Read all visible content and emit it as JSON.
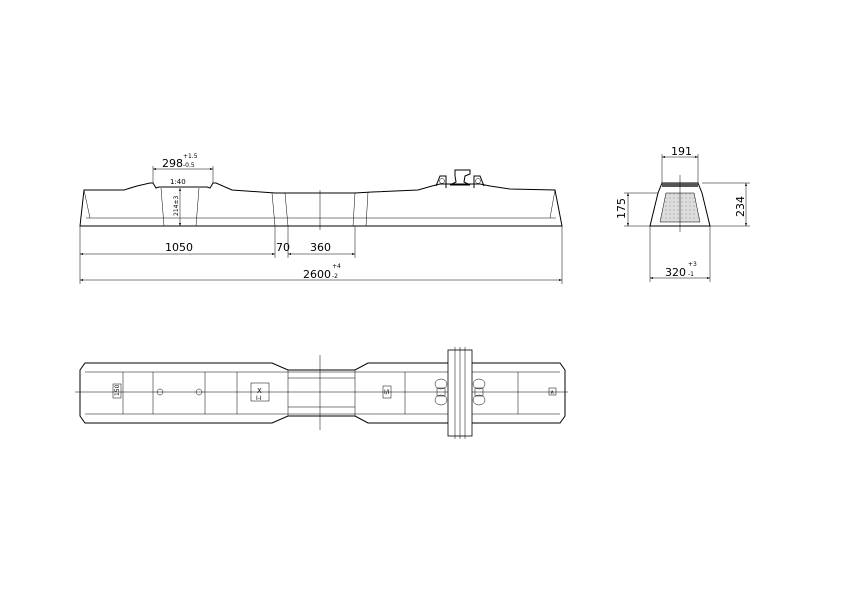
{
  "elevation": {
    "top_width": {
      "value": "298",
      "upper": "+1.5",
      "lower": "-0.5"
    },
    "slope": "1:40",
    "height": "214±3",
    "dim_1050": "1050",
    "dim_70": "70",
    "dim_360": "360",
    "overall": {
      "value": "2600",
      "upper": "+4",
      "lower": "-2"
    }
  },
  "end_view": {
    "top": "191",
    "left_height": "175",
    "right_height": "234",
    "base": {
      "value": "320",
      "upper": "+3",
      "lower": "-1"
    }
  },
  "plan": {
    "mark_left": "150",
    "mark_center": "X",
    "mark_center_sub": "I-I",
    "mark_right": "I/I",
    "mark_end": "∧"
  }
}
